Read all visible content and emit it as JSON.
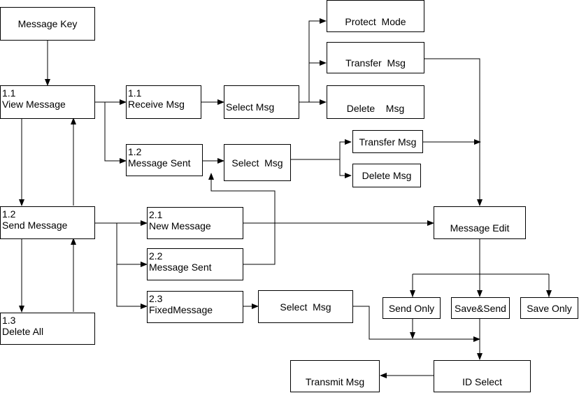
{
  "diagram": {
    "nodes": {
      "message_key": {
        "label": "Message Key"
      },
      "view_message": {
        "num": "1.1",
        "label": "View  Message"
      },
      "receive_msg": {
        "num": "1.1",
        "label": "Receive  Msg"
      },
      "select_msg_1": {
        "label": "Select  Msg"
      },
      "protect_mode": {
        "label": "Protect  Mode"
      },
      "transfer_msg_1": {
        "label": "Transfer  Msg"
      },
      "delete_msg_1": {
        "label": "Delete    Msg"
      },
      "message_sent_1": {
        "num": "1.2",
        "label": "Message Sent"
      },
      "select_msg_2": {
        "label": "Select  Msg"
      },
      "transfer_msg_2": {
        "label": "Transfer Msg"
      },
      "delete_msg_2": {
        "label": "Delete Msg"
      },
      "send_message": {
        "num": "1.2",
        "label": "Send  Message"
      },
      "new_message": {
        "num": "2.1",
        "label": "New  Message"
      },
      "message_sent_2": {
        "num": "2.2",
        "label": "Message Sent"
      },
      "fixed_message": {
        "num": "2.3",
        "label": "FixedMessage"
      },
      "select_msg_3": {
        "label": "Select  Msg"
      },
      "message_edit": {
        "label": "Message Edit"
      },
      "send_only": {
        "label": "Send Only"
      },
      "save_send": {
        "label": "Save&Send"
      },
      "save_only": {
        "label": "Save Only"
      },
      "delete_all": {
        "num": "1.3",
        "label": "Delete  All"
      },
      "id_select": {
        "label": "ID Select"
      },
      "transmit_msg": {
        "label": "Transmit Msg"
      }
    }
  }
}
